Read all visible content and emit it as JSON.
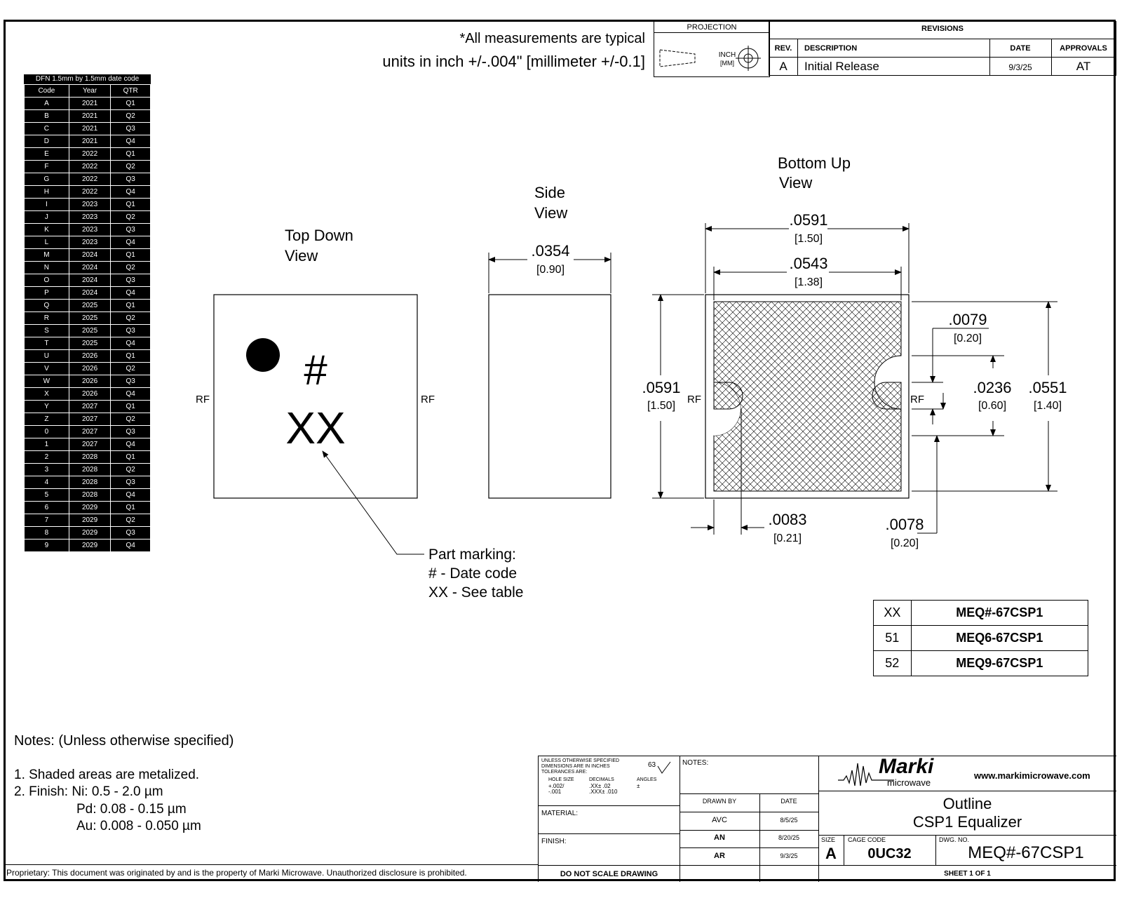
{
  "header": {
    "note_line1": "*All measurements are typical",
    "note_line2": "units in inch +/-.004\" [millimeter +/-0.1]"
  },
  "projection": {
    "title": "PROJECTION",
    "unit1": "INCH",
    "unit2": "[MM]"
  },
  "revisions": {
    "title": "REVISIONS",
    "headers": [
      "REV.",
      "DESCRIPTION",
      "DATE",
      "APPROVALS"
    ],
    "rows": [
      [
        "A",
        "Initial Release",
        "9/3/25",
        "AT"
      ]
    ]
  },
  "date_code_table": {
    "title": "DFN 1.5mm by 1.5mm date code",
    "headers": [
      "Code",
      "Year",
      "QTR"
    ],
    "rows": [
      [
        "A",
        "2021",
        "Q1"
      ],
      [
        "B",
        "2021",
        "Q2"
      ],
      [
        "C",
        "2021",
        "Q3"
      ],
      [
        "D",
        "2021",
        "Q4"
      ],
      [
        "E",
        "2022",
        "Q1"
      ],
      [
        "F",
        "2022",
        "Q2"
      ],
      [
        "G",
        "2022",
        "Q3"
      ],
      [
        "H",
        "2022",
        "Q4"
      ],
      [
        "I",
        "2023",
        "Q1"
      ],
      [
        "J",
        "2023",
        "Q2"
      ],
      [
        "K",
        "2023",
        "Q3"
      ],
      [
        "L",
        "2023",
        "Q4"
      ],
      [
        "M",
        "2024",
        "Q1"
      ],
      [
        "N",
        "2024",
        "Q2"
      ],
      [
        "O",
        "2024",
        "Q3"
      ],
      [
        "P",
        "2024",
        "Q4"
      ],
      [
        "Q",
        "2025",
        "Q1"
      ],
      [
        "R",
        "2025",
        "Q2"
      ],
      [
        "S",
        "2025",
        "Q3"
      ],
      [
        "T",
        "2025",
        "Q4"
      ],
      [
        "U",
        "2026",
        "Q1"
      ],
      [
        "V",
        "2026",
        "Q2"
      ],
      [
        "W",
        "2026",
        "Q3"
      ],
      [
        "X",
        "2026",
        "Q4"
      ],
      [
        "Y",
        "2027",
        "Q1"
      ],
      [
        "Z",
        "2027",
        "Q2"
      ],
      [
        "0",
        "2027",
        "Q3"
      ],
      [
        "1",
        "2027",
        "Q4"
      ],
      [
        "2",
        "2028",
        "Q1"
      ],
      [
        "3",
        "2028",
        "Q2"
      ],
      [
        "4",
        "2028",
        "Q3"
      ],
      [
        "5",
        "2028",
        "Q4"
      ],
      [
        "6",
        "2029",
        "Q1"
      ],
      [
        "7",
        "2029",
        "Q2"
      ],
      [
        "8",
        "2029",
        "Q3"
      ],
      [
        "9",
        "2029",
        "Q4"
      ]
    ]
  },
  "views": {
    "top_down": {
      "label_line1": "Top Down",
      "label_line2": "View",
      "mark_hash": "#",
      "mark_xx": "XX",
      "rf_left": "RF",
      "rf_right": "RF"
    },
    "side": {
      "label_line1": "Side",
      "label_line2": "View",
      "dim_in": ".0354",
      "dim_mm": "[0.90]"
    },
    "bottom_up": {
      "label_line1": "Bottom Up",
      "label_line2": "View",
      "rf_left": "RF",
      "rf_right": "RF",
      "dims": [
        {
          "in": ".0591",
          "mm": "[1.50]"
        },
        {
          "in": ".0543",
          "mm": "[1.38]"
        },
        {
          "in": ".0079",
          "mm": "[0.20]"
        },
        {
          "in": ".0236",
          "mm": "[0.60]"
        },
        {
          "in": ".0551",
          "mm": "[1.40]"
        },
        {
          "in": ".0591",
          "mm": "[1.50]"
        },
        {
          "in": ".0083",
          "mm": "[0.21]"
        },
        {
          "in": ".0078",
          "mm": "[0.20]"
        }
      ]
    },
    "part_marking": [
      "Part marking:",
      "# - Date code",
      "XX - See table"
    ]
  },
  "part_table": {
    "rows": [
      [
        "XX",
        "MEQ#-67CSP1"
      ],
      [
        "51",
        "MEQ6-67CSP1"
      ],
      [
        "52",
        "MEQ9-67CSP1"
      ]
    ]
  },
  "notes": {
    "title": "Notes: (Unless otherwise specified)",
    "line1": "1. Shaded areas are metalized.",
    "line2": "2. Finish: Ni: 0.5 - 2.0 µm",
    "line3": "Pd: 0.08 - 0.15 µm",
    "line4": "Au: 0.008 - 0.050 µm"
  },
  "proprietary": "Proprietary:  This document was originated by and is the property of Marki Microwave.  Unauthorized disclosure is prohibited.",
  "title_block": {
    "tolerance_text": [
      "UNLESS OTHERWISE SPECIFIED",
      "DIMENSIONS ARE IN INCHES",
      "TOLERANCES ARE:"
    ],
    "tol_headers": [
      "HOLE SIZE",
      "DECIMALS",
      "ANGLES"
    ],
    "tol_row1": [
      "+.002/",
      ".XX±   .02",
      "±"
    ],
    "tol_row2": [
      "-.001",
      ".XXX±  .010",
      ""
    ],
    "finish_mark": "63",
    "material": "MATERIAL:",
    "finish": "FINISH:",
    "do_not_scale": "DO NOT SCALE DRAWING",
    "notes_label": "NOTES:",
    "drawn_by": "DRAWN BY",
    "date": "DATE",
    "sign_rows": [
      [
        "AVC",
        "8/5/25"
      ],
      [
        "AN",
        "8/20/25"
      ],
      [
        "AR",
        "9/3/25"
      ]
    ],
    "logo_word": "Marki",
    "logo_sub": "microwave",
    "website": "www.markimicrowave.com",
    "title1": "Outline",
    "title2": "CSP1 Equalizer",
    "size_label": "SIZE",
    "size": "A",
    "cage_label": "CAGE CODE",
    "cage": "0UC32",
    "dwg_label": "DWG. NO.",
    "dwg": "MEQ#-67CSP1",
    "sheet": "SHEET    1    OF    1"
  }
}
